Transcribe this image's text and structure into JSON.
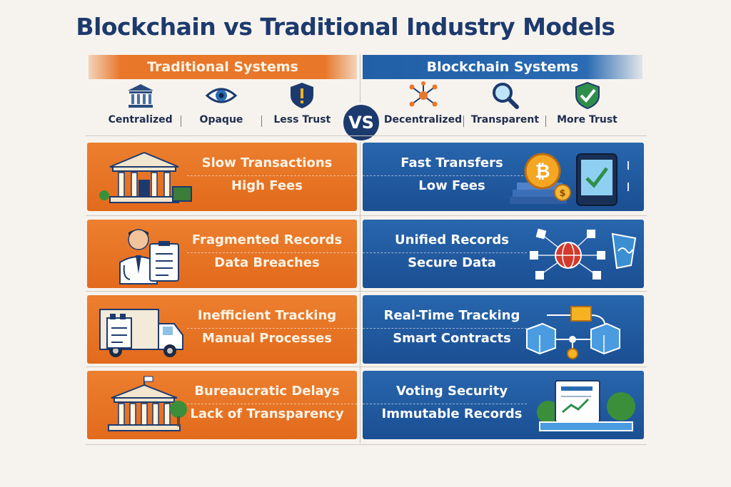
{
  "title": "Blockchain vs Traditional Industry Models",
  "traditional": {
    "header": "Traditional Systems",
    "traits": [
      {
        "label": "Centralized",
        "icon": "bank-icon"
      },
      {
        "label": "Opaque",
        "icon": "eye-icon"
      },
      {
        "label": "Less Trust",
        "icon": "warning-shield-icon"
      }
    ]
  },
  "blockchain": {
    "header": "Blockchain Systems",
    "traits": [
      {
        "label": "Decentralized",
        "icon": "network-nodes-icon"
      },
      {
        "label": "Transparent",
        "icon": "magnifier-icon"
      },
      {
        "label": "More Trust",
        "icon": "check-shield-icon"
      }
    ]
  },
  "vs_label": "VS",
  "rows": [
    {
      "traditional": [
        "Slow Transactions",
        "High Fees"
      ],
      "blockchain": [
        "Fast Transfers",
        "Low Fees"
      ],
      "traditional_icon": "bank-building-icon",
      "blockchain_icon": "bitcoin-coins-icon"
    },
    {
      "traditional": [
        "Fragmented Records",
        "Data Breaches"
      ],
      "blockchain": [
        "Unified Records",
        "Secure Data"
      ],
      "traditional_icon": "doctor-clipboard-icon",
      "blockchain_icon": "globe-network-icon"
    },
    {
      "traditional": [
        "Inefficient Tracking",
        "Manual Processes"
      ],
      "blockchain": [
        "Real-Time Tracking",
        "Smart Contracts"
      ],
      "traditional_icon": "delivery-truck-icon",
      "blockchain_icon": "blocks-chain-icon"
    },
    {
      "traditional": [
        "Bureaucratic Delays",
        "Lack of Transparency"
      ],
      "blockchain": [
        "Voting Security",
        "Immutable Records"
      ],
      "traditional_icon": "government-building-icon",
      "blockchain_icon": "voting-screen-icon"
    }
  ],
  "colors": {
    "orange": "#e8772a",
    "blue": "#2166ac",
    "navy": "#1d3a6e"
  }
}
